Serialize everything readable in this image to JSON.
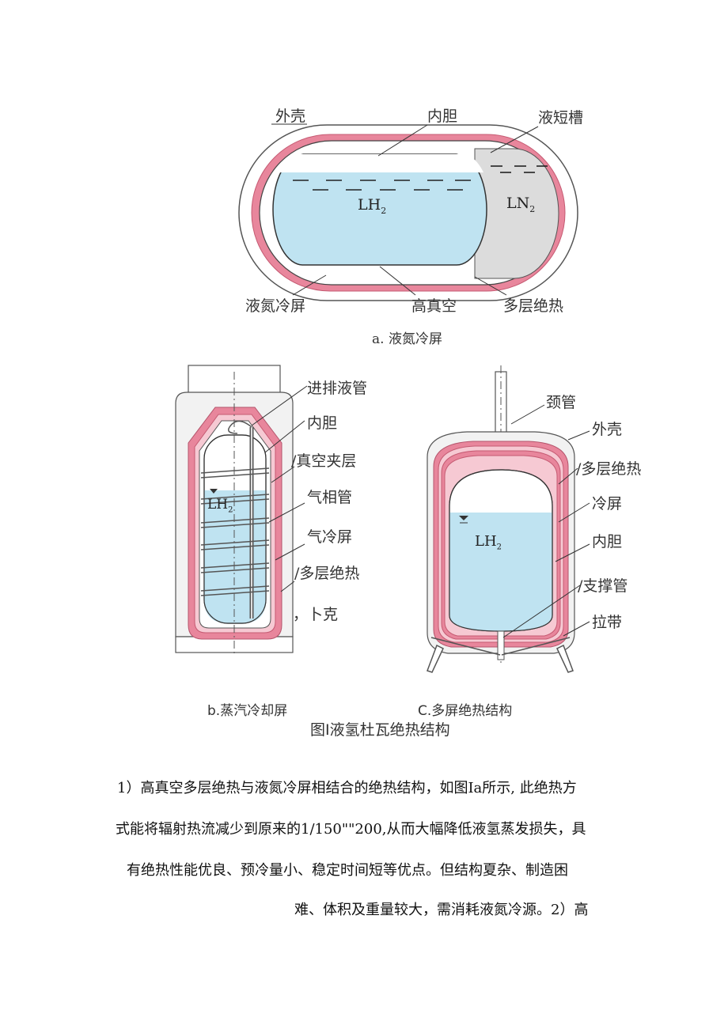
{
  "figure_a": {
    "labels": {
      "outer_shell": "外壳",
      "inner_tank": "内胆",
      "ln2_tank": "液短槽",
      "ln2_shield": "液氮冷屏",
      "high_vacuum": "高真空",
      "mli": "多层绝热"
    },
    "lh2": "LH",
    "lh2_sub": "2",
    "ln2": "LN",
    "ln2_sub": "2",
    "caption": "a. 液氮冷屏"
  },
  "figure_b": {
    "labels": {
      "fill_pipe": "进排液管",
      "inner_tank": "内胆",
      "vacuum_layer": "/真空夹层",
      "vapor_pipe": "气相管",
      "vapor_shield": "气冷屏",
      "mli": "/多层绝热",
      "extra": "，卜克"
    },
    "lh2": "LH",
    "lh2_sub": "2",
    "caption": "b.蒸汽冷却屏"
  },
  "figure_c": {
    "labels": {
      "neck_tube": "颈管",
      "outer_shell": "外壳",
      "mli": "/多层绝热",
      "cold_shield": "冷屏",
      "inner_tank": "内胆",
      "support_tube": "/支撑管",
      "strap": "拉带"
    },
    "lh2": "LH",
    "lh2_sub": "2",
    "caption": "C.多屏绝热结构"
  },
  "figure_title": "图I液氢杜瓦绝热结构",
  "paragraph": {
    "line1": "1）高真空多层绝热与液氮冷屏相结合的绝热结构，如图Ia所示, 此绝热方",
    "line2": "式能将辐射热流减少到原来的1/150\"\"200,从而大幅降低液氢蒸发损失，具",
    "line3": "有绝热性能优良、预冷量小、稳定时间短等优点。但结构夏杂、制造困",
    "line4": "难、体积及重量较大，需消耗液氮冷源。2）高"
  },
  "colors": {
    "insulation_pink": "#e8869c",
    "insulation_light": "#f6c9d3",
    "lh2_blue": "#bfe3f1",
    "ln2_gray": "#dcdcdc",
    "line": "#333333"
  }
}
